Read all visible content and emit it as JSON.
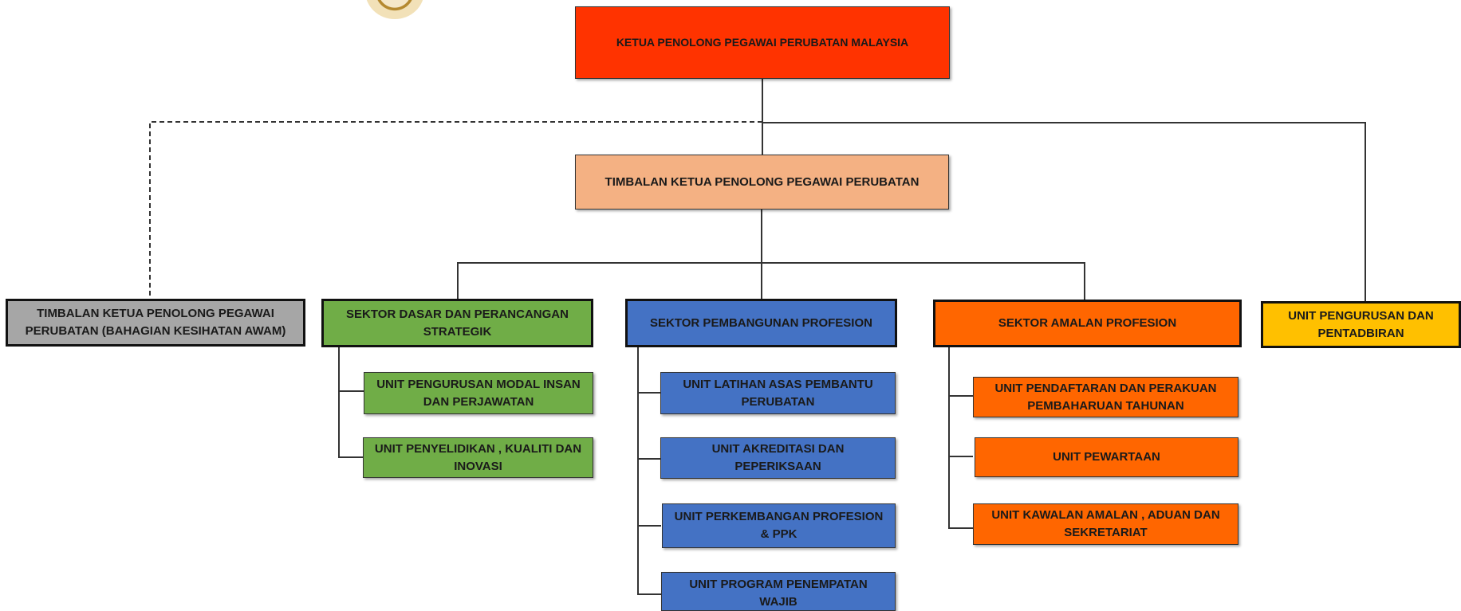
{
  "org_chart": {
    "logo_icon": "institutional-seal-icon",
    "top": {
      "label": "KETUA PENOLONG PEGAWAI PERUBATAN MALAYSIA",
      "color": "#ff3300"
    },
    "deputy": {
      "label": "TIMBALAN KETUA PENOLONG PEGAWAI PERUBATAN",
      "color": "#f4b183"
    },
    "public_health_deputy": {
      "label": "TIMBALAN KETUA PENOLONG PEGAWAI PERUBATAN (BAHAGIAN KESIHATAN AWAM)",
      "color": "#a6a6a6"
    },
    "admin_unit": {
      "label": "UNIT PENGURUSAN DAN PENTADBIRAN",
      "color": "#ffc000"
    },
    "sectors": [
      {
        "label": "SEKTOR DASAR DAN PERANCANGAN STRATEGIK",
        "color": "#70ad47",
        "units": [
          {
            "label": "UNIT PENGURUSAN MODAL INSAN DAN PERJAWATAN"
          },
          {
            "label": "UNIT PENYELIDIKAN , KUALITI DAN INOVASI"
          }
        ]
      },
      {
        "label": "SEKTOR PEMBANGUNAN PROFESION",
        "color": "#4472c4",
        "units": [
          {
            "label": "UNIT LATIHAN ASAS PEMBANTU PERUBATAN"
          },
          {
            "label": "UNIT AKREDITASI DAN PEPERIKSAAN"
          },
          {
            "label": "UNIT PERKEMBANGAN PROFESION & PPK"
          },
          {
            "label": "UNIT PROGRAM PENEMPATAN WAJIB"
          }
        ]
      },
      {
        "label": "SEKTOR AMALAN PROFESION",
        "color": "#ff6600",
        "units": [
          {
            "label": "UNIT PENDAFTARAN DAN PERAKUAN PEMBAHARUAN TAHUNAN"
          },
          {
            "label": "UNIT PEWARTAAN"
          },
          {
            "label": "UNIT  KAWALAN AMALAN , ADUAN DAN SEKRETARIAT"
          }
        ]
      }
    ]
  }
}
